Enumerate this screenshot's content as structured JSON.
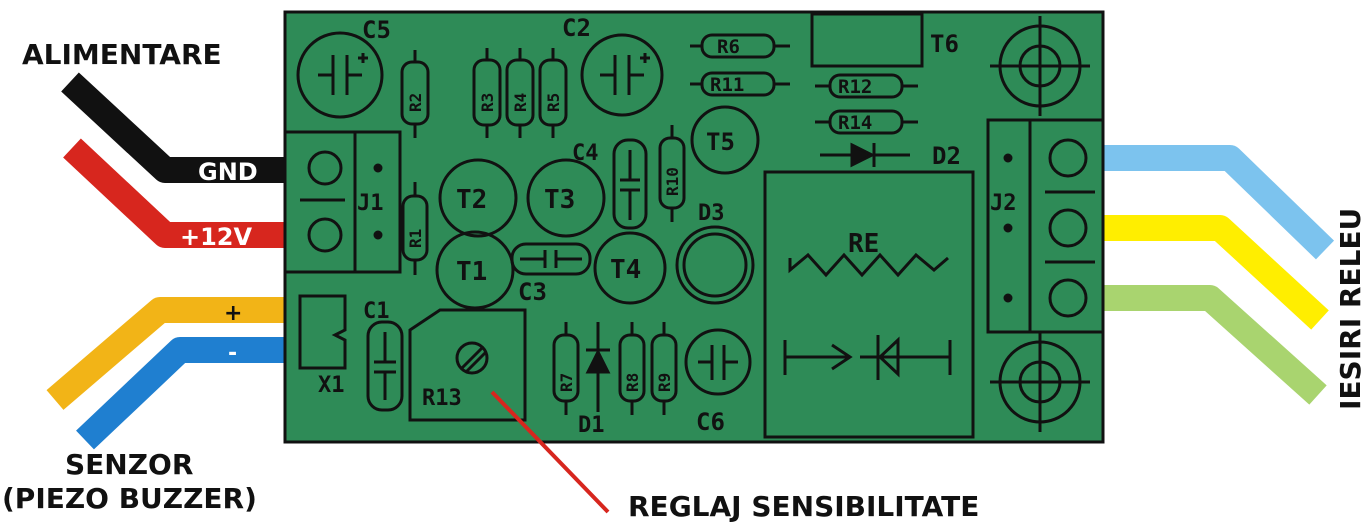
{
  "colors": {
    "pcb": "#2e8b57",
    "silk": "#111111",
    "wire_black": "#111111",
    "wire_red": "#d7261e",
    "wire_yellow": "#f2b417",
    "wire_blue": "#1f7fd0",
    "wire_lightblue": "#7cc3ee",
    "wire_brightyellow": "#ffee00",
    "wire_green": "#a9d46f",
    "pointer_red": "#d7261e"
  },
  "callouts": {
    "power": "ALIMENTARE",
    "sensor_line1": "SENZOR",
    "sensor_line2": "(PIEZO BUZZER)",
    "sensitivity": "REGLAJ SENSIBILITATE",
    "relay_outputs": "IESIRI RELEU"
  },
  "wires": {
    "gnd": "GND",
    "v12": "+12V",
    "plus": "+",
    "minus": "-"
  },
  "components": {
    "c5": "C5",
    "c2": "C2",
    "r6": "R6",
    "r11": "R11",
    "t6": "T6",
    "r12": "R12",
    "r14": "R14",
    "r2": "R2",
    "r3": "R3",
    "r4": "R4",
    "r5": "R5",
    "c4": "C4",
    "r10": "R10",
    "t5": "T5",
    "d2": "D2",
    "j1": "J1",
    "j2": "J2",
    "t2": "T2",
    "t3": "T3",
    "d3": "D3",
    "re": "RE",
    "r1": "R1",
    "t1": "T1",
    "c3": "C3",
    "t4": "T4",
    "c1": "C1",
    "x1": "X1",
    "r13": "R13",
    "r7": "R7",
    "r8": "R8",
    "r9": "R9",
    "d1": "D1",
    "c6": "C6"
  }
}
